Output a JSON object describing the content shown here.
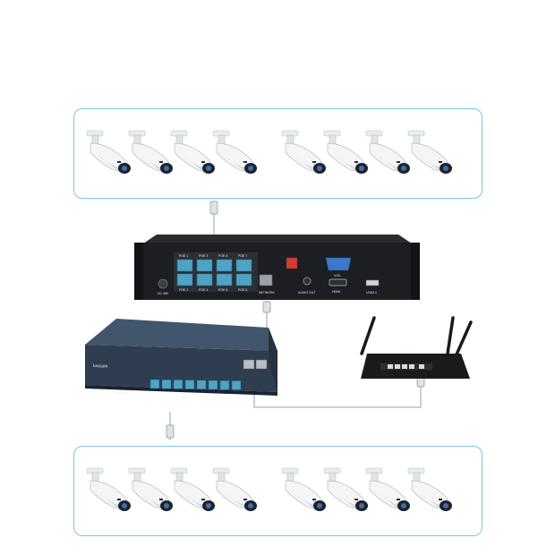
{
  "cameras": {
    "top_count": 8,
    "bottom_count": 8,
    "icon": "bullet-camera-icon"
  },
  "nvr": {
    "icon": "nvr-recorder-icon",
    "poe_ports_top": [
      "POE 1",
      "POE 3",
      "POE 5",
      "POE 7"
    ],
    "poe_ports_bottom": [
      "POE 2",
      "POE 4",
      "POE 6",
      "POE 8"
    ],
    "power_label": "DC 48V",
    "network_label": "NETWORK",
    "audio_label": "AUDIO OUT",
    "vga_label": "VGA",
    "hdmi_label": "HDMI",
    "usb_label": "USB2.0"
  },
  "switch": {
    "icon": "poe-switch-icon",
    "brand": "loocam"
  },
  "router": {
    "icon": "wifi-router-icon"
  },
  "colors": {
    "panel_border": "#7cc6d6",
    "port_blue": "#4fa3c4",
    "device_dark": "#1c1e22",
    "switch_body": "#2e3d4f",
    "cable": "#bfc3c7"
  }
}
